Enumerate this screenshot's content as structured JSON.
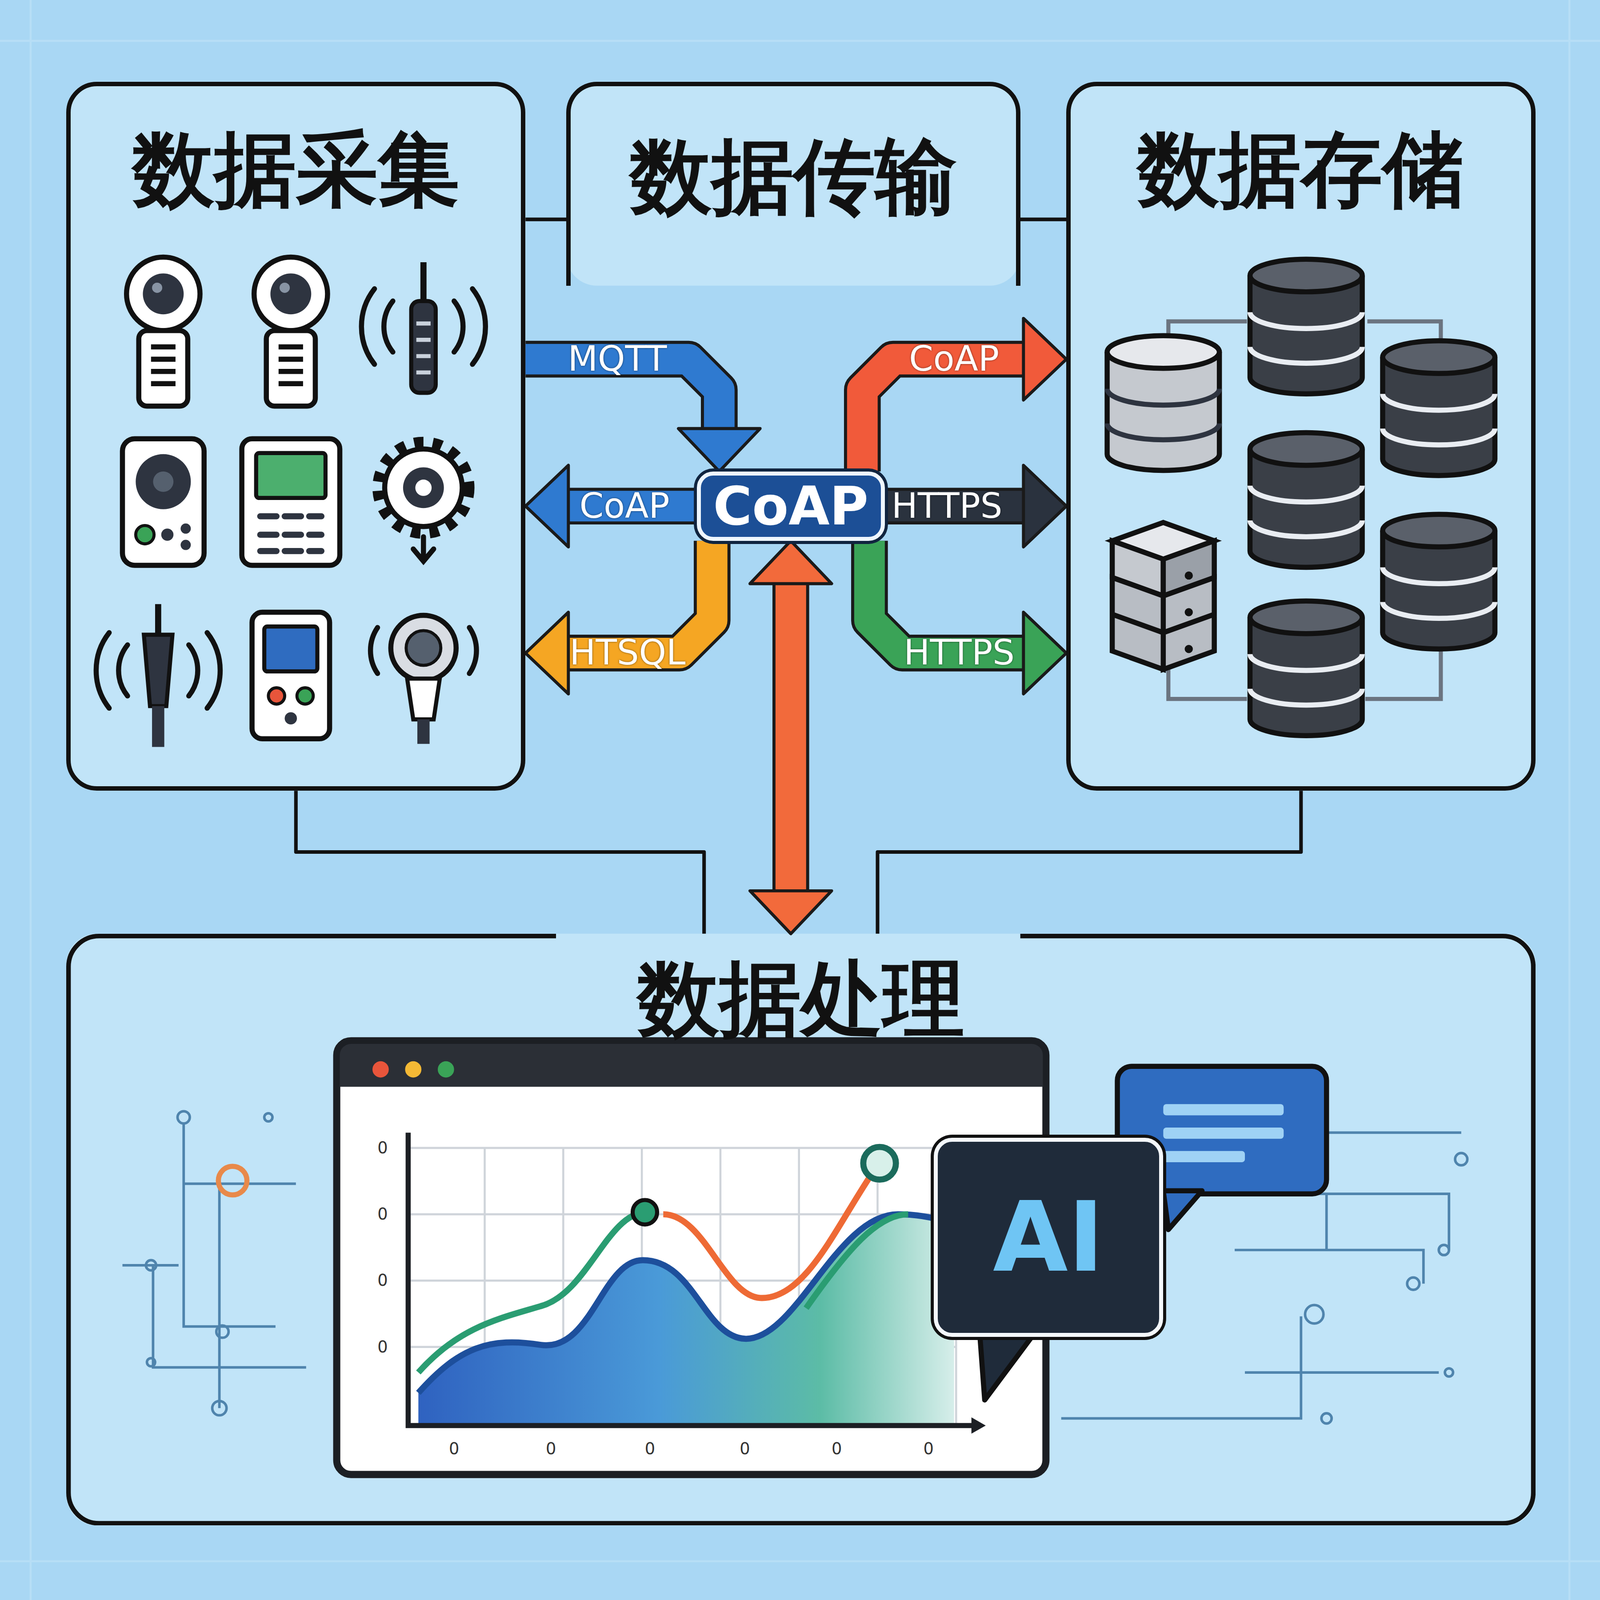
{
  "diagram": {
    "nodes": [
      {
        "text": [
          "数据采集"
        ]
      },
      {
        "text": [
          "数据传输"
        ]
      },
      {
        "text": [
          "数据存储"
        ]
      },
      {
        "text": [
          "CoAP"
        ]
      },
      {
        "text": [
          "数据处理"
        ]
      },
      {
        "text": [
          "AI"
        ],
        "in": 4
      }
    ],
    "edges": [
      {
        "from": 0,
        "to": 3,
        "label": "MQTT",
        "arrow": "to"
      },
      {
        "from": 3,
        "to": 2,
        "label": "CoAP",
        "arrow": "to"
      },
      {
        "from": 3,
        "to": 0,
        "label": "CoAP",
        "arrow": "to"
      },
      {
        "from": 3,
        "to": 2,
        "label": "HTTPS",
        "arrow": "to"
      },
      {
        "from": 3,
        "to": 0,
        "label": "HTSQL",
        "arrow": "to"
      },
      {
        "from": 3,
        "to": 2,
        "label": "HTTPS",
        "arrow": "to"
      },
      {
        "from": 3,
        "to": 4,
        "arrow": "both"
      },
      {
        "from": 0,
        "to": 1,
        "arrow": "none"
      },
      {
        "from": 1,
        "to": 2,
        "arrow": "none"
      },
      {
        "from": 0,
        "to": 4,
        "arrow": "none"
      },
      {
        "from": 2,
        "to": 4,
        "arrow": "none"
      }
    ],
    "labels": [
      "0",
      "0",
      "0",
      "0",
      "0",
      "0",
      "0",
      "0",
      "0",
      "0"
    ]
  }
}
